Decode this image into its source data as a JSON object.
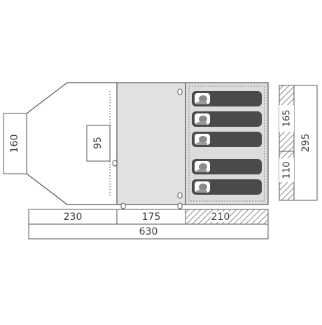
{
  "dimensions": {
    "vestibule_width": "230",
    "living_width": "175",
    "bedroom_width": "210",
    "total_length": "630",
    "entrance_height": "160",
    "door_height": "95",
    "bedroom_upper_depth": "165",
    "bedroom_lower_depth": "110",
    "total_width": "295"
  },
  "colors": {
    "outline": "#555555",
    "living_fill": "#e2e2e2",
    "bedroom_fill": "#dcdcdc",
    "bag_fill": "#4a4a4a",
    "hatch": "#6a6a6a"
  },
  "sleeping_bag_count": 5
}
